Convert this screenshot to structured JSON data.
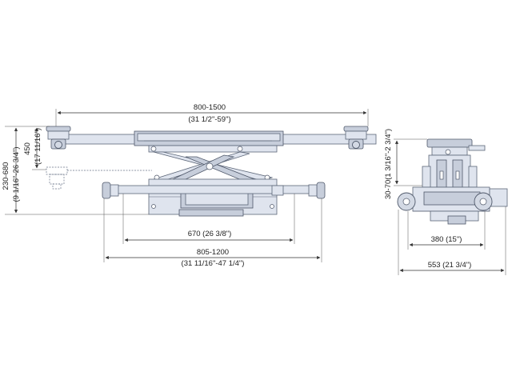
{
  "diagram": {
    "front_view": {
      "arm_span": {
        "value": "800-1500",
        "imperial": "(31 1/2\"-59\")"
      },
      "arm_height": {
        "value": "450",
        "imperial": "(17 11/16\")"
      },
      "lift_height": {
        "value": "230-680",
        "imperial": "(9 1/16\"-26 3/4\")"
      },
      "carriage_width": {
        "value": "670 (26 3/8\")"
      },
      "track_width": {
        "value": "805-1200",
        "imperial": "(31 11/16\"-47 1/4\")"
      }
    },
    "side_view": {
      "pad_height": {
        "value": "30-70(1 3/16\"-2 3/4\")"
      },
      "wheel_base": {
        "value": "380 (15\")"
      },
      "overall_length": {
        "value": "553 (21 3/4\")"
      }
    }
  },
  "colors": {
    "body_fill": "#dfe4ee",
    "outline": "#5c6678",
    "dimension_line": "#333333"
  }
}
